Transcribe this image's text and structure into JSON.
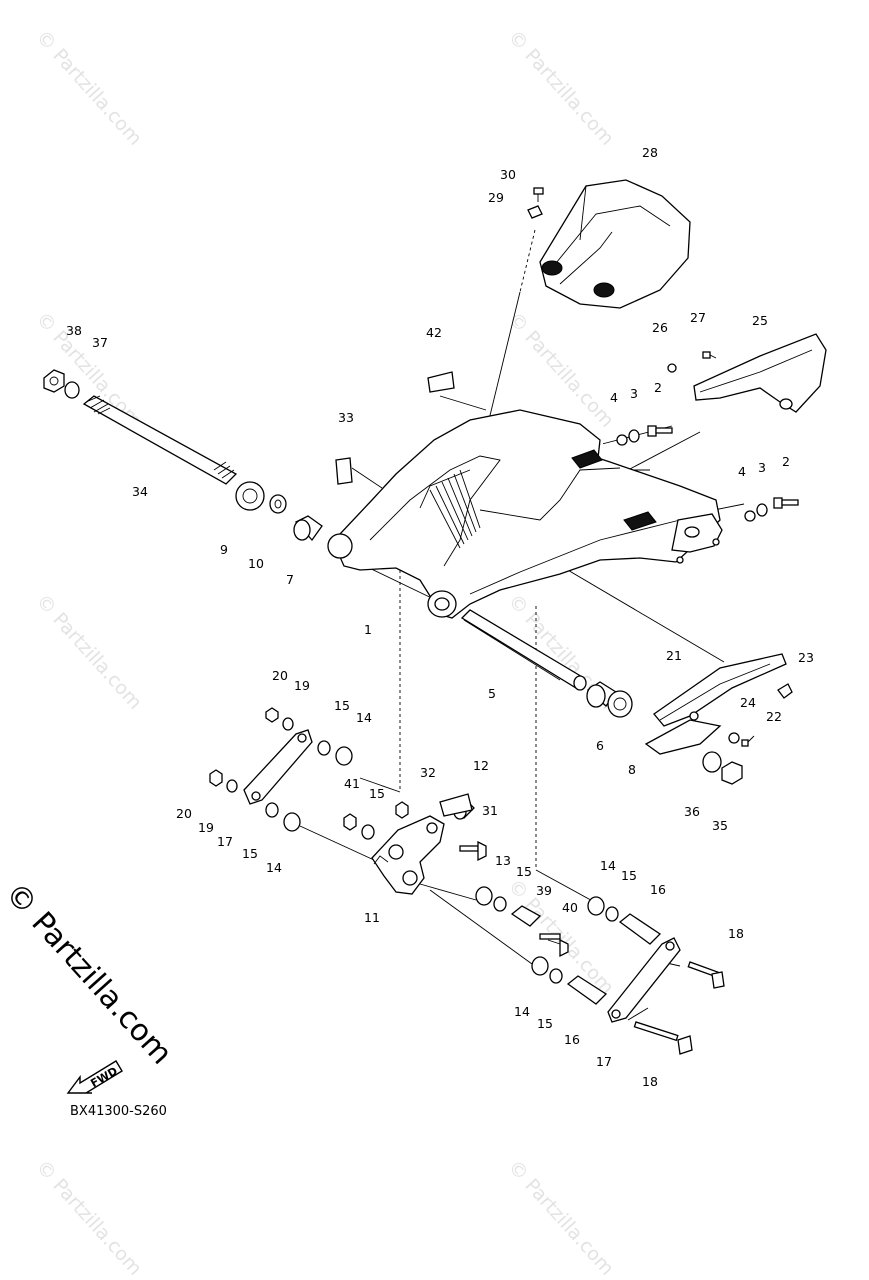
{
  "watermark": "© Partzilla.com",
  "side_watermark": "© Partzilla.com",
  "diagram_code": "BX41300-S260",
  "fwd_label": "FWD",
  "callouts": [
    "1",
    "2",
    "3",
    "4",
    "5",
    "6",
    "7",
    "8",
    "9",
    "10",
    "11",
    "12",
    "13",
    "14",
    "15",
    "16",
    "17",
    "18",
    "19",
    "20",
    "21",
    "22",
    "23",
    "24",
    "25",
    "26",
    "27",
    "28",
    "29",
    "30",
    "31",
    "32",
    "33",
    "34",
    "35",
    "36",
    "37",
    "38",
    "39",
    "40",
    "41",
    "42"
  ]
}
